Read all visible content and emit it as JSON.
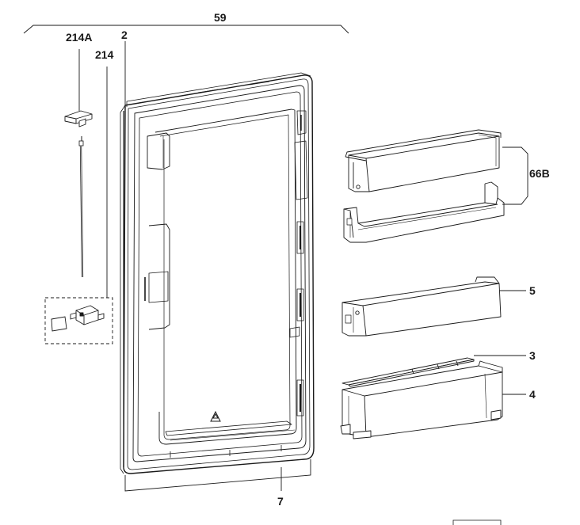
{
  "labels": {
    "door_assembly": "59",
    "door_part": "2",
    "cover_part": "214A",
    "switch_kit": "214",
    "upper_shelf": "66B",
    "middle_shelf": "5",
    "lid_part": "3",
    "bottom_shelf": "4",
    "gasket_part": "7"
  },
  "colors": {
    "line": "#1a1a1a",
    "part_fill": "#ffffff",
    "shade": "#d9d9d9"
  }
}
